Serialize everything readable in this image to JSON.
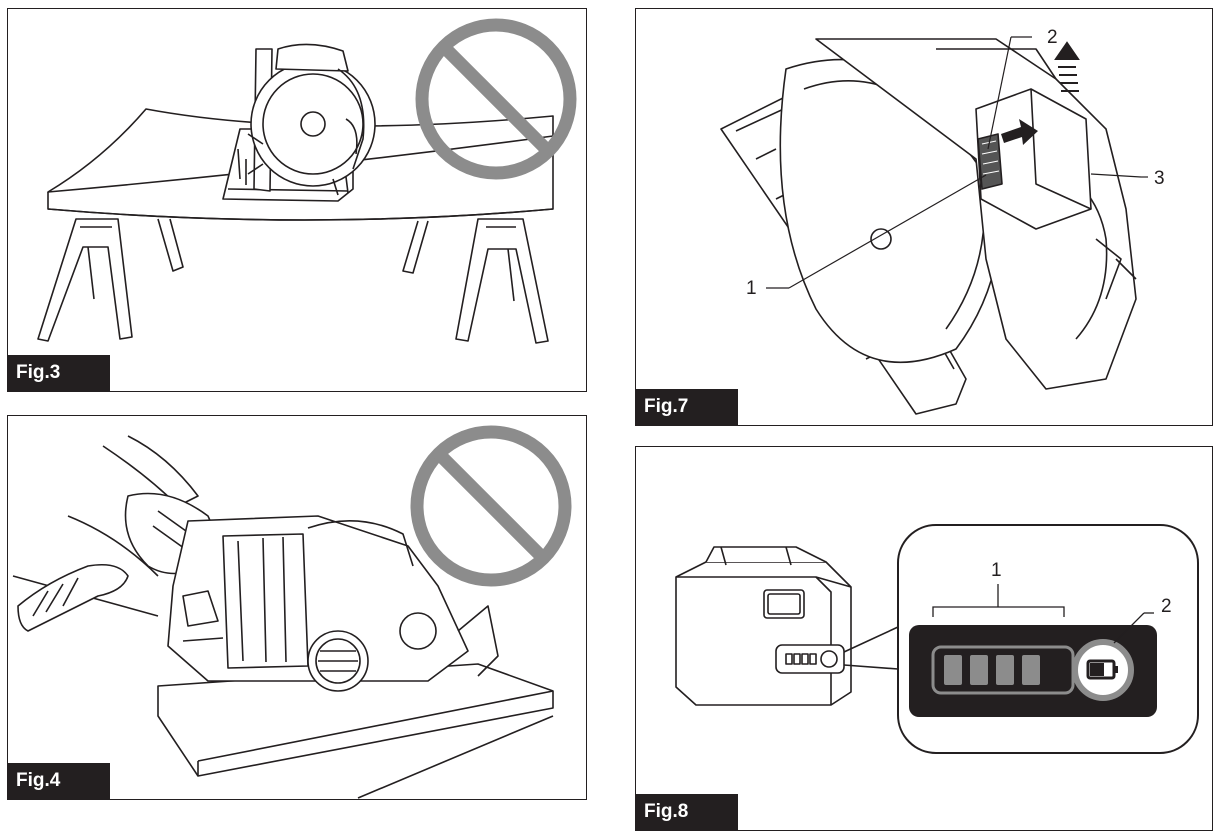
{
  "figures": [
    {
      "id": "fig3",
      "label": "Fig.3"
    },
    {
      "id": "fig4",
      "label": "Fig.4"
    },
    {
      "id": "fig7",
      "label": "Fig.7",
      "callouts": [
        "1",
        "2",
        "3"
      ]
    },
    {
      "id": "fig8",
      "label": "Fig.8",
      "callouts": [
        "1",
        "2"
      ]
    }
  ]
}
